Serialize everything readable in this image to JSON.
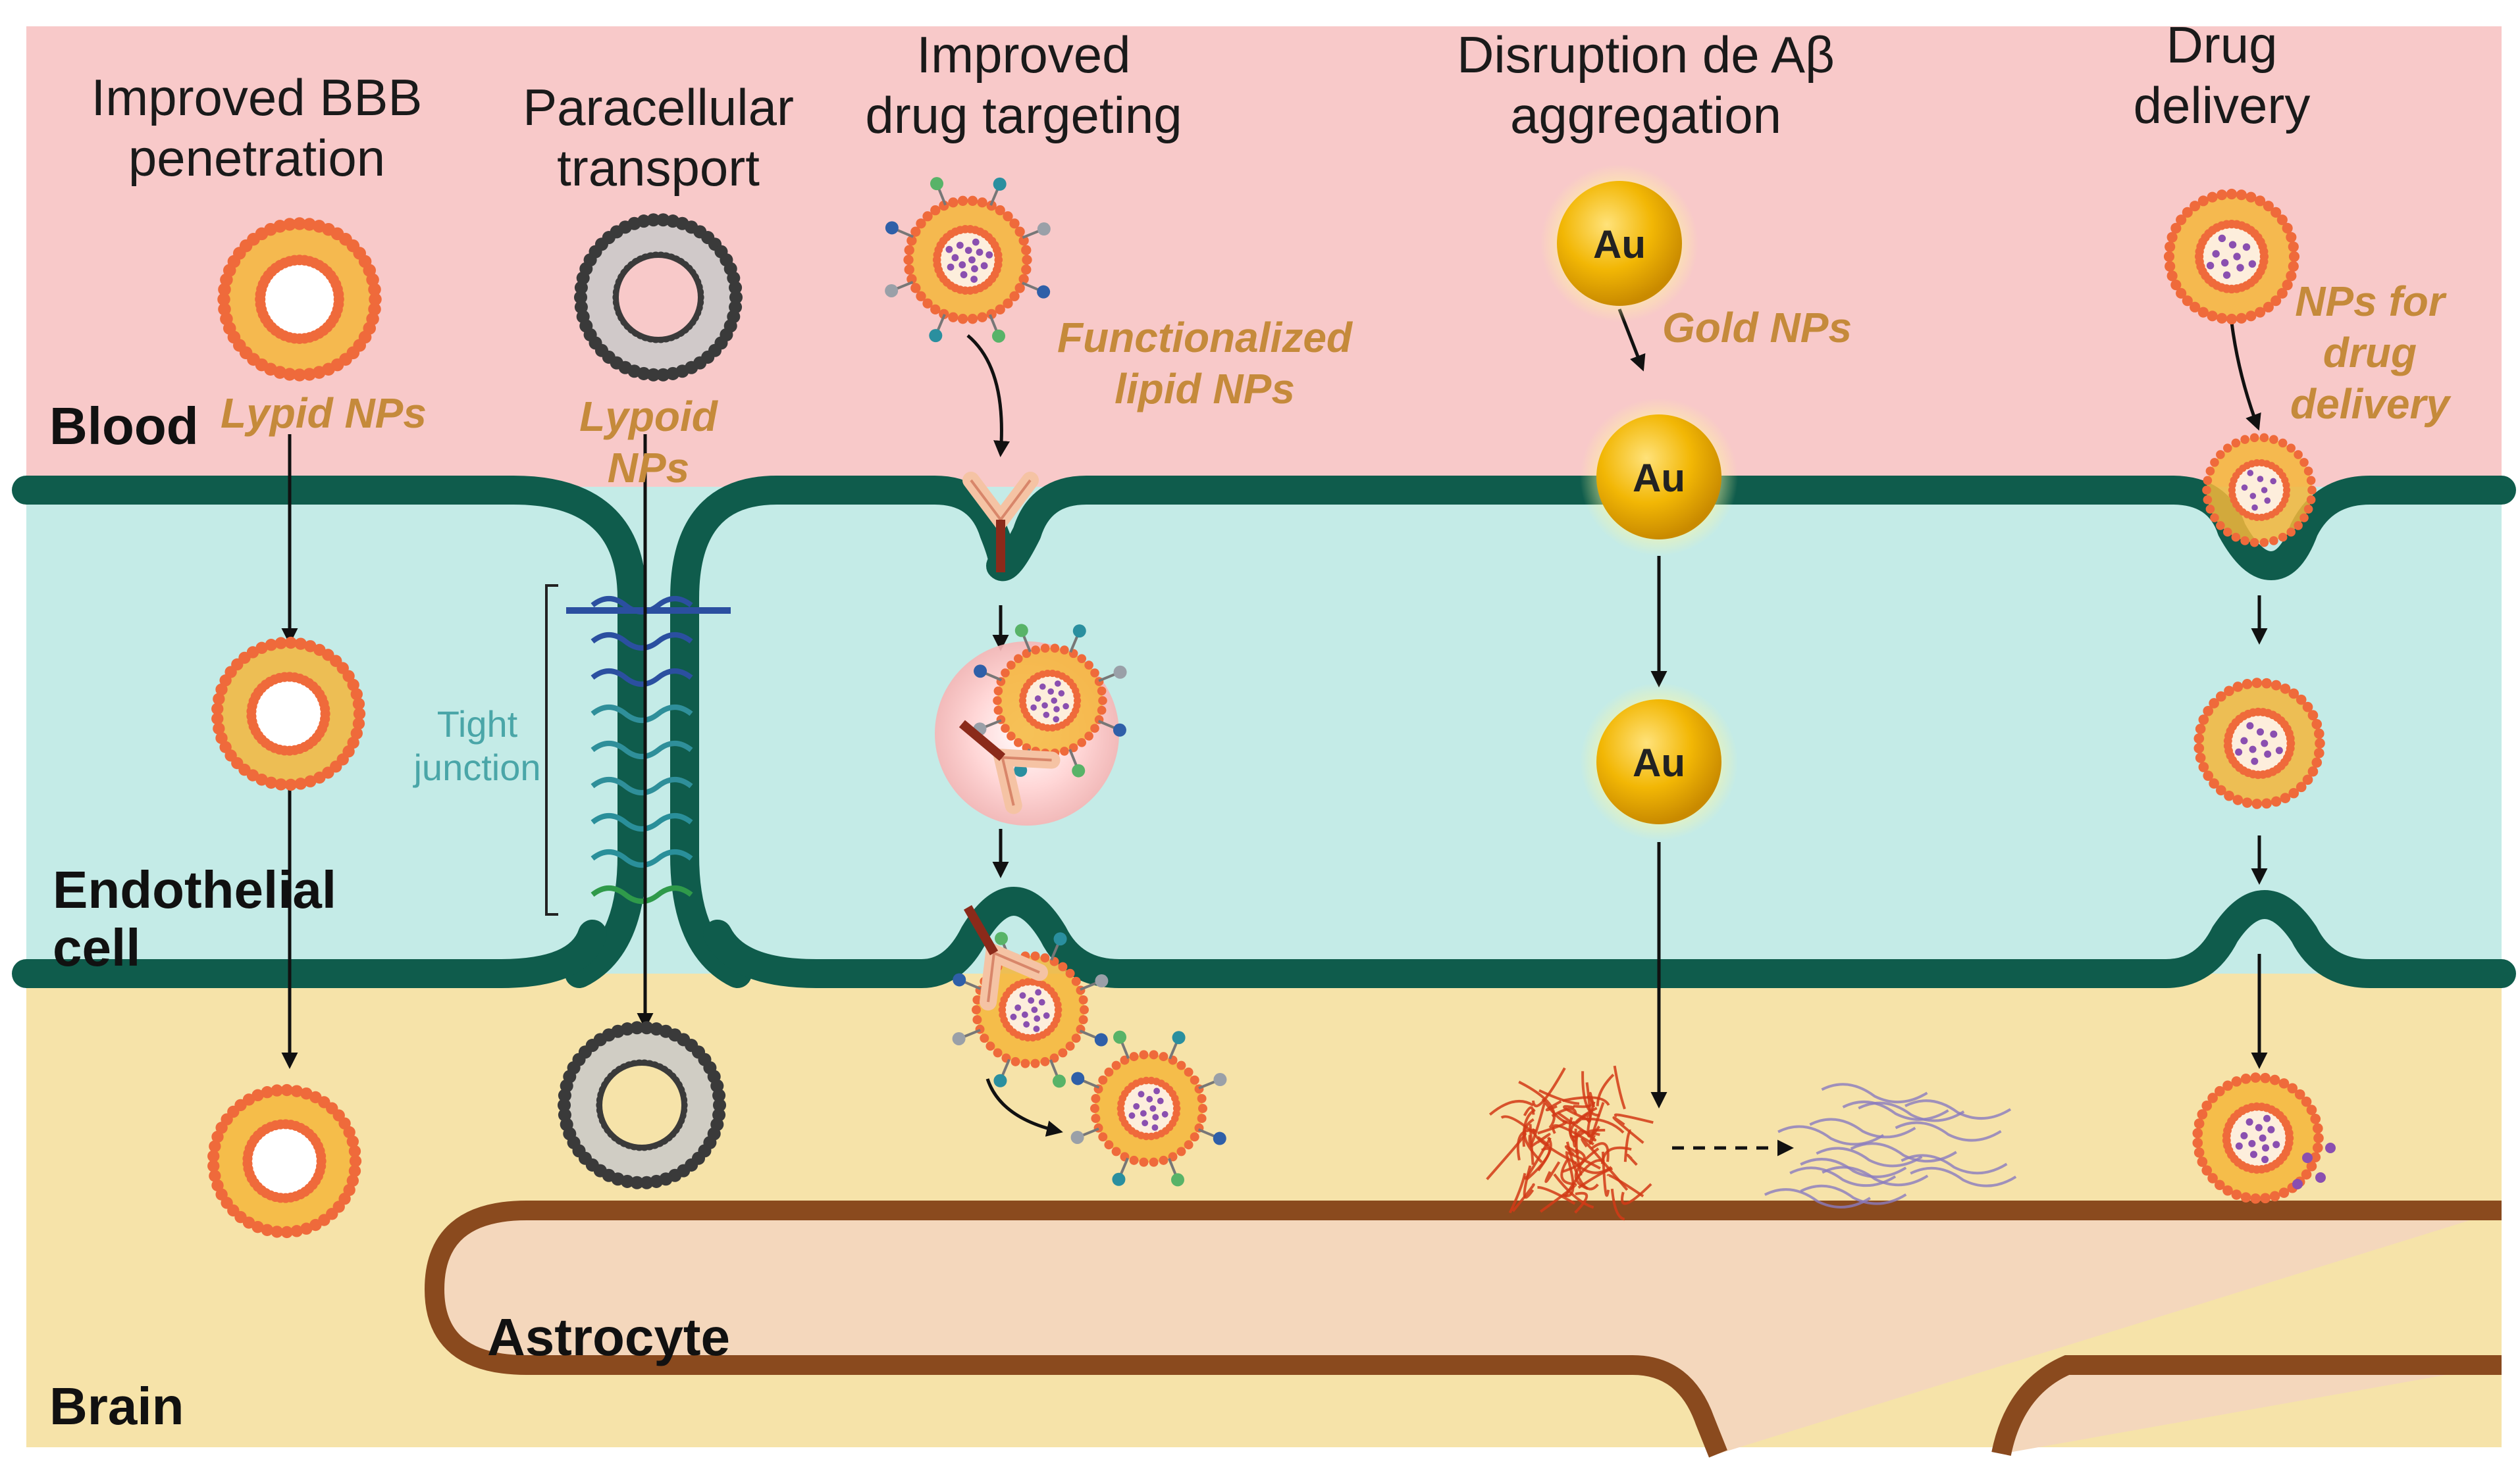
{
  "colors": {
    "blood": "#f8c9c9",
    "endothelium": "#c4ebe7",
    "brain": "#f6e3a9",
    "membrane": "#0f5c4c",
    "astrocyte_fill": "#f4d7bc",
    "astrocyte_outline": "#8a4a1e",
    "lipid_head": "#ef6a3b",
    "lipid_tail": "#f5b63a",
    "lypoid_head": "#3a3a3a",
    "gold": "#f2b705",
    "amyloid": "#d23a16",
    "np_label": "#c58a3b",
    "tight_junction": "#4aa6a8"
  },
  "headers": {
    "bbb_penetration": [
      "Improved BBB",
      "penetration"
    ],
    "paracellular": [
      "Paracellular",
      "transport"
    ],
    "drug_targeting": [
      "Improved",
      "drug targeting"
    ],
    "disruption": [
      "Disruption de Aβ",
      "aggregation"
    ],
    "drug_delivery": [
      "Drug",
      "delivery"
    ]
  },
  "regions": {
    "blood": "Blood",
    "endothelial": [
      "Endothelial",
      "cell"
    ],
    "astrocyte": "Astrocyte",
    "brain": "Brain"
  },
  "np_labels": {
    "lipid": "Lypid NPs",
    "lypoid": [
      "Lypoid",
      "NPs"
    ],
    "functionalized": [
      "Functionalized",
      "lipid NPs"
    ],
    "gold": "Gold NPs",
    "delivery": [
      "NPs for",
      "drug",
      "delivery"
    ]
  },
  "tight_junction": [
    "Tight",
    "junction"
  ],
  "gold_symbol": "Au"
}
